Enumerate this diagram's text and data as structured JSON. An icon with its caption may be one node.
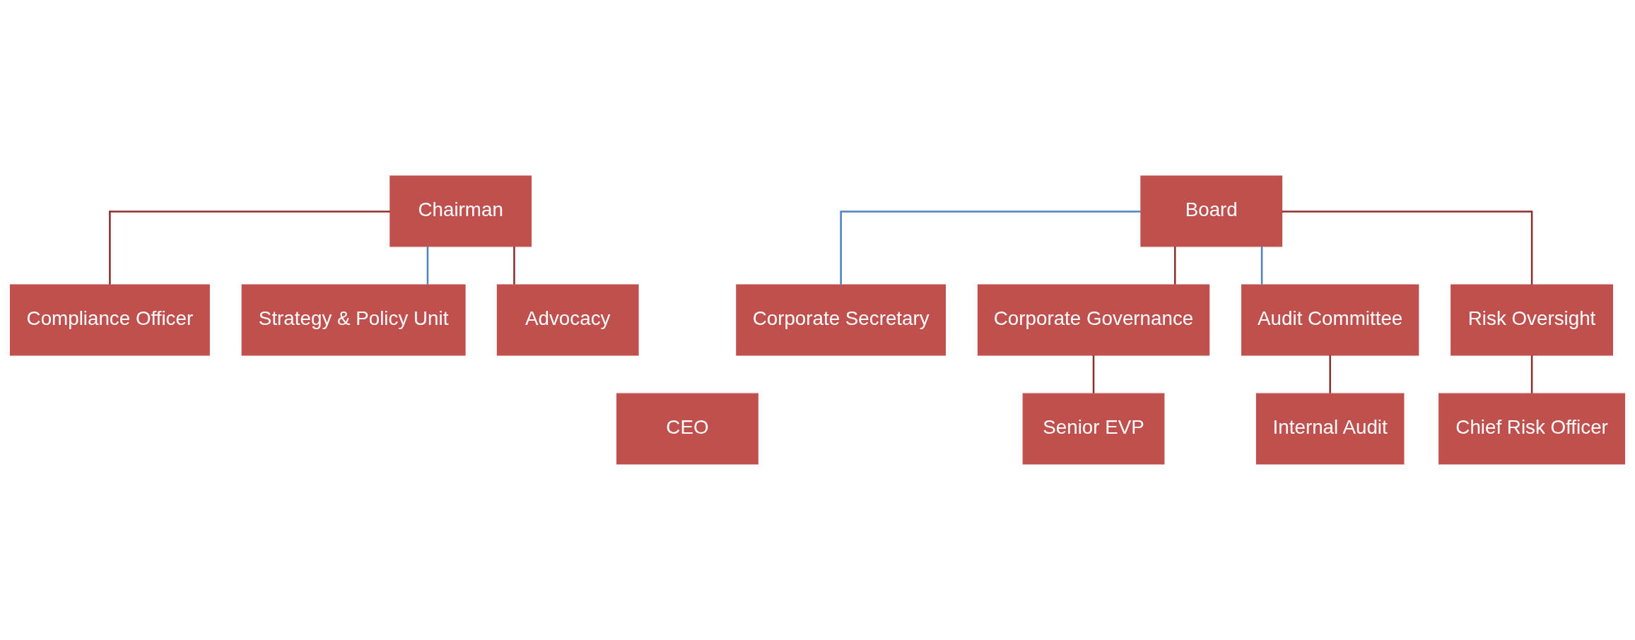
{
  "diagram": {
    "nodes": [
      {
        "text": [
          "Chairman"
        ]
      },
      {
        "text": [
          "Compliance Officer"
        ]
      },
      {
        "text": [
          "Strategy & Policy Unit"
        ]
      },
      {
        "text": [
          "Advocacy"
        ]
      },
      {
        "text": [
          "Board"
        ]
      },
      {
        "text": [
          "Corporate Secretary"
        ]
      },
      {
        "text": [
          "Corporate Governance"
        ]
      },
      {
        "text": [
          "Audit Committee"
        ]
      },
      {
        "text": [
          "Risk Oversight"
        ]
      },
      {
        "text": [
          "CEO"
        ]
      },
      {
        "text": [
          "Senior EVP"
        ]
      },
      {
        "text": [
          "Internal Audit"
        ]
      },
      {
        "text": [
          "Chief Risk Officer"
        ]
      }
    ],
    "edges": [
      {
        "from": 0,
        "to": 1,
        "arrow": "none"
      },
      {
        "from": 0,
        "to": 2,
        "arrow": "none",
        "color": "#4f81bd"
      },
      {
        "from": 0,
        "to": 3,
        "arrow": "none"
      },
      {
        "from": 4,
        "to": 5,
        "arrow": "none",
        "color": "#4f81bd"
      },
      {
        "from": 4,
        "to": 6,
        "arrow": "none"
      },
      {
        "from": 4,
        "to": 7,
        "arrow": "none",
        "color": "#4f81bd"
      },
      {
        "from": 4,
        "to": 8,
        "arrow": "none"
      },
      {
        "from": 6,
        "to": 10,
        "arrow": "none"
      },
      {
        "from": 7,
        "to": 11,
        "arrow": "none"
      },
      {
        "from": 8,
        "to": 12,
        "arrow": "none"
      }
    ]
  }
}
